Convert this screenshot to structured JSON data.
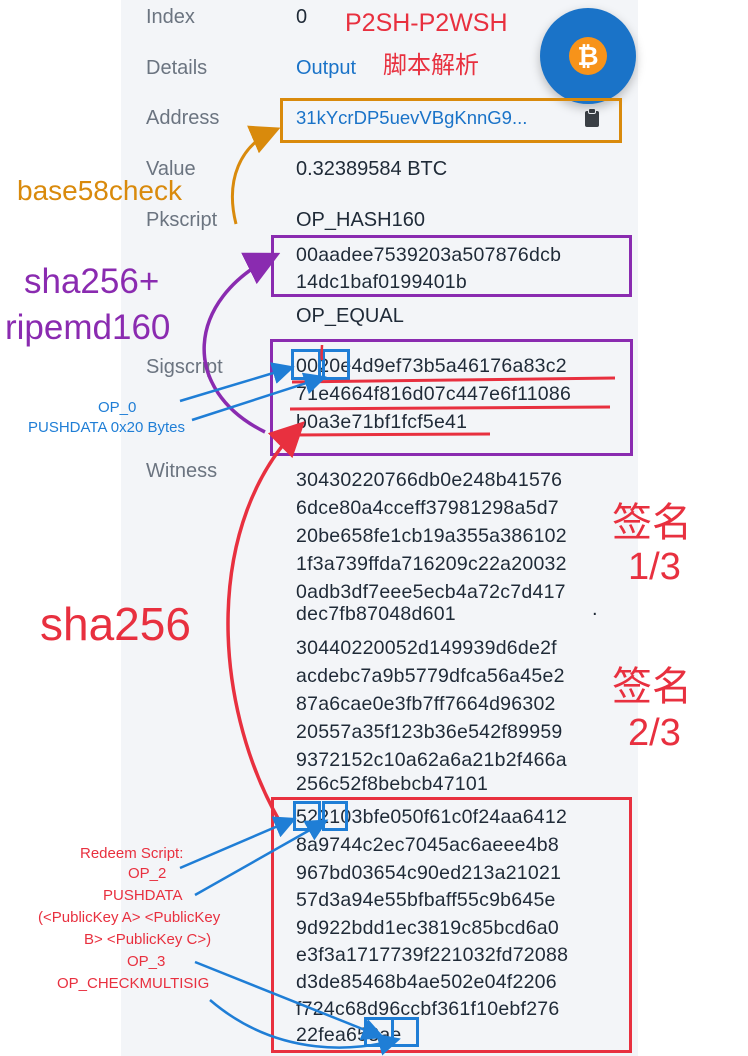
{
  "rows": {
    "index": {
      "label": "Index",
      "value": "0"
    },
    "details": {
      "label": "Details",
      "value": "Output"
    },
    "address": {
      "label": "Address",
      "value": "31kYcrDP5uevVBgKnnG9..."
    },
    "value": {
      "label": "Value",
      "value": "0.32389584 BTC"
    },
    "pkscript": {
      "label": "Pkscript",
      "lines": [
        "OP_HASH160",
        "00aadee7539203a507876dcb",
        "14dc1baf0199401b",
        "OP_EQUAL"
      ]
    },
    "sigscript": {
      "label": "Sigscript",
      "lines": [
        "0020e4d9ef73b5a46176a83c2",
        "71e4664f816d07c447e6f11086",
        "b0a3e71bf1fcf5e41"
      ]
    },
    "witness": {
      "label": "Witness",
      "sig1": [
        "30430220766db0e248b41576",
        "6dce80a4cceff37981298a5d7",
        "20be658fe1cb19a355a386102",
        "1f3a739ffda716209c22a20032",
        "0adb3df7eee5ecb4a72c7d417",
        "dec7fb87048d601"
      ],
      "sig2": [
        "30440220052d149939d6de2f",
        "acdebc7a9b5779dfca56a45e2",
        "87a6cae0e3fb7ff7664d96302",
        "20557a35f123b36e542f89959",
        "9372152c10a62a6a21b2f466a",
        "256c52f8bebcb47101"
      ],
      "redeem": [
        "522103bfe050f61c0f24aa6412",
        "8a9744c2ec7045ac6aeee4b8",
        "967bd03654c90ed213a21021",
        "57d3a94e55bfbaff55c9b645e",
        "9d922bdd1ec3819c85bcd6a0",
        "e3f3a1717739f221032fd72088",
        "d3de85468b4ae502e04f2206",
        "f724c68d96ccbf361f10ebf276",
        "22fea653ae"
      ],
      "dot": "."
    }
  },
  "annotations": {
    "title_line1": "P2SH-P2WSH",
    "title_line2": "脚本解析",
    "base58": "base58check",
    "sha_ripemd_1": "sha256+",
    "sha_ripemd_2": "ripemd160",
    "op0": "OP_0",
    "pushdata": "PUSHDATA 0x20 Bytes",
    "sha256": "sha256",
    "sig1_1": "签名",
    "sig1_2": "1/3",
    "sig2_1": "签名",
    "sig2_2": "2/3",
    "redeem": [
      "Redeem Script:",
      "OP_2",
      "PUSHDATA",
      "(<PublicKey A> <PublicKey",
      "B> <PublicKey C>)",
      "OP_3",
      "OP_CHECKMULTISIG"
    ]
  },
  "bitcoin_symbol": "₿",
  "icons": [
    "bitcoin-logo-icon",
    "copy-icon"
  ],
  "colors": {
    "orange": "#d98a0c",
    "purple": "#8a2bb0",
    "red": "#e8303f",
    "blue": "#1f7ed6",
    "link": "#1a73c8"
  }
}
